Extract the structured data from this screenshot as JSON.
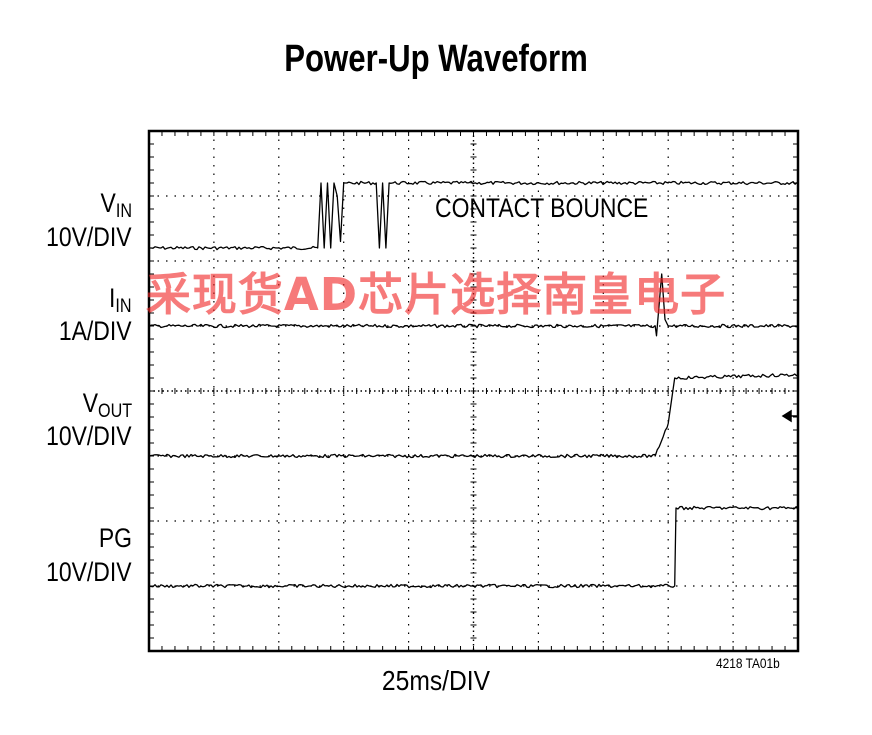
{
  "chart_data": {
    "type": "line",
    "title": "Power-Up Waveform",
    "xlabel": "25ms/DIV",
    "x_divisions": 10,
    "y_divisions": 8,
    "series": [
      {
        "name": "VIN",
        "scale": "10V/DIV",
        "x": [
          0,
          2.6,
          2.65,
          2.7,
          2.75,
          2.8,
          2.85,
          2.9,
          2.95,
          3.0,
          3.05,
          3.5,
          3.55,
          3.6,
          3.65,
          3.7,
          10
        ],
        "y": [
          6.2,
          6.2,
          7.2,
          6.2,
          7.2,
          6.2,
          7.2,
          7.0,
          6.3,
          7.2,
          7.2,
          7.2,
          6.2,
          7.2,
          6.2,
          7.2,
          7.2
        ]
      },
      {
        "name": "IIN",
        "scale": "1A/DIV",
        "x": [
          0,
          7.8,
          7.82,
          7.9,
          7.95,
          8.0,
          10
        ],
        "y": [
          5.0,
          5.0,
          4.85,
          5.8,
          5.1,
          5.0,
          5.0
        ]
      },
      {
        "name": "VOUT",
        "scale": "10V/DIV",
        "x": [
          0,
          7.8,
          8.0,
          8.1,
          10
        ],
        "y": [
          3.0,
          3.0,
          3.5,
          4.2,
          4.25
        ]
      },
      {
        "name": "PG",
        "scale": "10V/DIV",
        "x": [
          0,
          8.1,
          8.12,
          10
        ],
        "y": [
          1.0,
          1.0,
          2.2,
          2.2
        ]
      }
    ],
    "annotation": "CONTACT BOUNCE",
    "grid": true
  },
  "figure_id": "4218 TA01b",
  "watermark": "采现货AD芯片选择南皇电子"
}
